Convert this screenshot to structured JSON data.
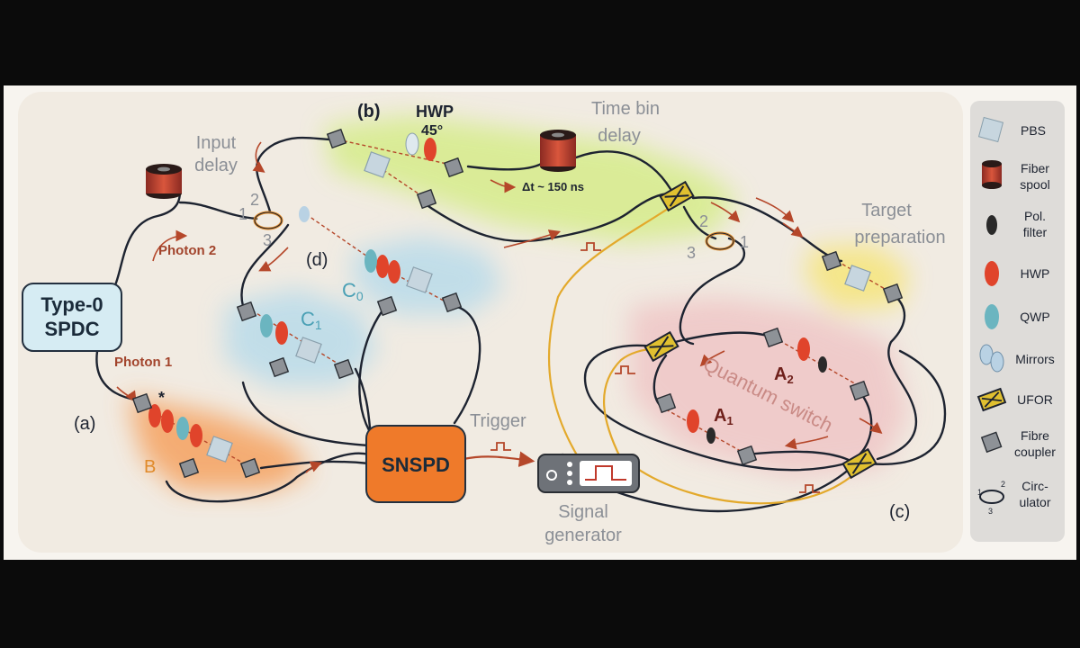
{
  "panels": {
    "a": "(a)",
    "b": "(b)",
    "c": "(c)",
    "d": "(d)"
  },
  "source": {
    "line1": "Type-0",
    "line2": "SPDC"
  },
  "photons": {
    "p1": "Photon 1",
    "p2": "Photon 2"
  },
  "delays": {
    "input_1": "Input",
    "input_2": "delay",
    "timebin_1": "Time bin",
    "timebin_2": "delay",
    "dt": "Δt ~ 150 ns"
  },
  "hwp": {
    "label": "HWP",
    "angle": "45°"
  },
  "circulator_ports": {
    "p1": "1",
    "p2": "2",
    "p3": "3"
  },
  "stations": {
    "B": "B",
    "C0_main": "C",
    "C0_sub": "0",
    "C1_main": "C",
    "C1_sub": "1",
    "A1_main": "A",
    "A1_sub": "1",
    "A2_main": "A",
    "A2_sub": "2",
    "star": "*"
  },
  "detector": "SNSPD",
  "trigger": "Trigger",
  "signal_gen": {
    "line1": "Signal",
    "line2": "generator"
  },
  "target": {
    "line1": "Target",
    "line2": "preparation"
  },
  "switch_label": "Quantum switch",
  "legend": [
    {
      "icon": "pbs-icon",
      "label1": "PBS",
      "label2": ""
    },
    {
      "icon": "fiber-spool-icon",
      "label1": "Fiber",
      "label2": "spool"
    },
    {
      "icon": "pol-filter-icon",
      "label1": "Pol.",
      "label2": "filter"
    },
    {
      "icon": "hwp-icon",
      "label1": "HWP",
      "label2": ""
    },
    {
      "icon": "qwp-icon",
      "label1": "QWP",
      "label2": ""
    },
    {
      "icon": "mirrors-icon",
      "label1": "Mirrors",
      "label2": ""
    },
    {
      "icon": "ufor-icon",
      "label1": "UFOR",
      "label2": ""
    },
    {
      "icon": "fibre-coupler-icon",
      "label1": "Fibre",
      "label2": "coupler"
    },
    {
      "icon": "circulator-icon",
      "label1": "Circ-",
      "label2": "ulator"
    }
  ],
  "colors": {
    "panel_bg": "#f1ebe2",
    "fiber": "#1d2330",
    "electric": "#e3a92b",
    "light": "#c0492a",
    "hwp": "#e0442b",
    "qwp": "#6bb5c0",
    "blue_zone": "#b9dbea",
    "green_zone": "#d6ec8a",
    "orange_zone": "#f5a261",
    "pink_zone": "#efc6c6",
    "yellow_zone": "#f6e57a",
    "snspd": "#ef7a2a"
  }
}
